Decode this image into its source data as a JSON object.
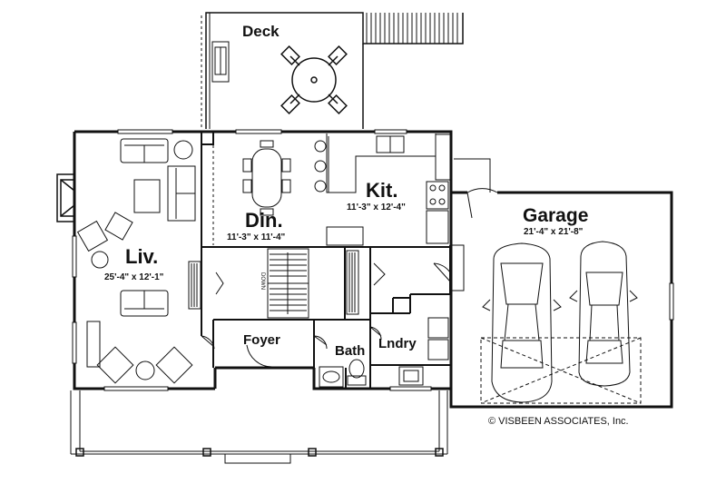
{
  "rooms": {
    "deck": {
      "name": "Deck"
    },
    "living": {
      "name": "Liv.",
      "dims": "25'-4\" x 12'-1\""
    },
    "dining": {
      "name": "Din.",
      "dims": "11'-3\" x 11'-4\""
    },
    "kitchen": {
      "name": "Kit.",
      "dims": "11'-3\" x 12'-4\""
    },
    "garage": {
      "name": "Garage",
      "dims": "21'-4\" x 21'-8\""
    },
    "foyer": {
      "name": "Foyer"
    },
    "bath": {
      "name": "Bath"
    },
    "laundry": {
      "name": "Lndry"
    }
  },
  "stair_label": "DOWN",
  "copyright": "© VISBEEN ASSOCIATES, Inc.",
  "colors": {
    "line": "#111111",
    "background": "#ffffff"
  }
}
